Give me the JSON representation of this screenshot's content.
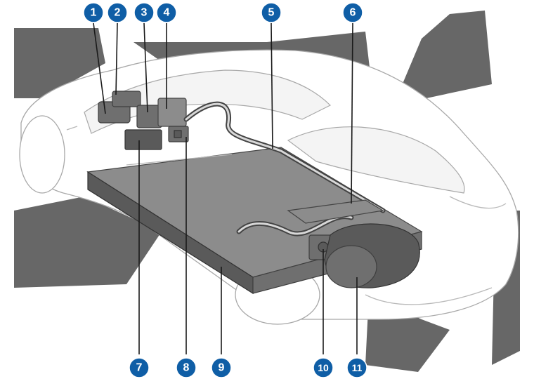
{
  "colors": {
    "callout_fill": "#0f5ea6",
    "callout_text": "#ffffff",
    "components": "#6f6f6f",
    "background_shapes": "#4c4c4c"
  },
  "callouts": [
    {
      "label": "1"
    },
    {
      "label": "2"
    },
    {
      "label": "3"
    },
    {
      "label": "4"
    },
    {
      "label": "5"
    },
    {
      "label": "6"
    },
    {
      "label": "7"
    },
    {
      "label": "8"
    },
    {
      "label": "9"
    },
    {
      "label": "10"
    },
    {
      "label": "11"
    }
  ]
}
